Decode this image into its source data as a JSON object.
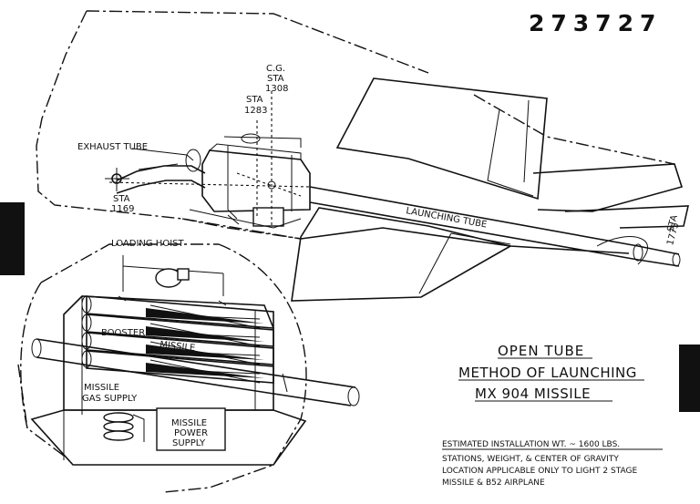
{
  "drawing_number": "273727",
  "labels": {
    "exhaust_tube": "EXHAUST TUBE",
    "sta": "STA",
    "sta_1169": "1169",
    "sta_1283": "1283",
    "cg": "C.G.",
    "sta_1308": "1308",
    "sta_1775": "1775",
    "launching_tube": "LAUNCHING TUBE",
    "loading_hoist": "LOADING HOIST",
    "booster": "BOOSTER",
    "missile": "MISSILE",
    "missile_gas_supply_1": "MISSILE",
    "missile_gas_supply_2": "GAS SUPPLY",
    "missile_power_1": "MISSILE",
    "missile_power_2": "POWER",
    "missile_power_3": "SUPPLY"
  },
  "title": {
    "line1": "OPEN TUBE",
    "line2": "METHOD OF LAUNCHING",
    "line3": "MX 904 MISSILE"
  },
  "notes": {
    "line1": "ESTIMATED INSTALLATION WT. ~ 1600 LBS.",
    "line2": "STATIONS, WEIGHT, & CENTER OF GRAVITY",
    "line3": "LOCATION APPLICABLE ONLY TO LIGHT 2 STAGE",
    "line4": "MISSILE & B52 AIRPLANE"
  }
}
